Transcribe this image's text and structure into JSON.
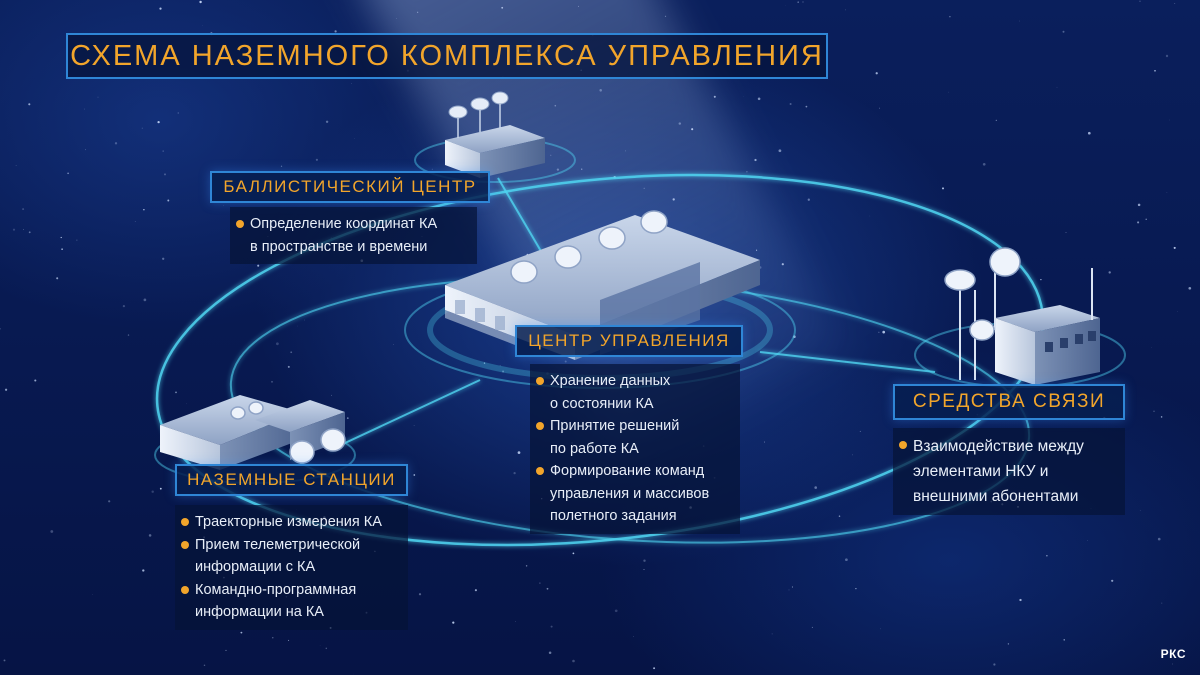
{
  "title": "СХЕМА НАЗЕМНОГО КОМПЛЕКСА УПРАВЛЕНИЯ",
  "logo": "РКС",
  "nodes": {
    "ballistic": {
      "label": "БАЛЛИСТИЧЕСКИЙ ЦЕНТР",
      "items": [
        [
          "Определение координат КА",
          "в пространстве и времени"
        ]
      ]
    },
    "control": {
      "label": "ЦЕНТР УПРАВЛЕНИЯ",
      "items": [
        [
          "Хранение данных",
          "о состоянии КА"
        ],
        [
          "Принятие решений",
          "по работе КА"
        ],
        [
          "Формирование команд",
          "управления и массивов",
          "полетного задания"
        ]
      ]
    },
    "comms": {
      "label": "СРЕДСТВА СВЯЗИ",
      "items": [
        [
          "Взаимодействие между",
          "элементами НКУ и",
          "внешними абонентами"
        ]
      ]
    },
    "ground": {
      "label": "НАЗЕМНЫЕ СТАНЦИИ",
      "items": [
        [
          "Траекторные измерения КА"
        ],
        [
          "Прием телеметрической",
          "информации с КА"
        ],
        [
          "Командно-программная",
          "информации на КА"
        ]
      ]
    }
  },
  "colors": {
    "accent": "#f2a52b",
    "frame": "#2f86d6",
    "orbit": "#4fd3f0",
    "text": "#e8eef8"
  },
  "icons": [
    "building-ballistic-icon",
    "building-control-icon",
    "building-comms-icon",
    "building-ground-icon",
    "satellite-dish-icon",
    "antenna-tower-icon"
  ]
}
